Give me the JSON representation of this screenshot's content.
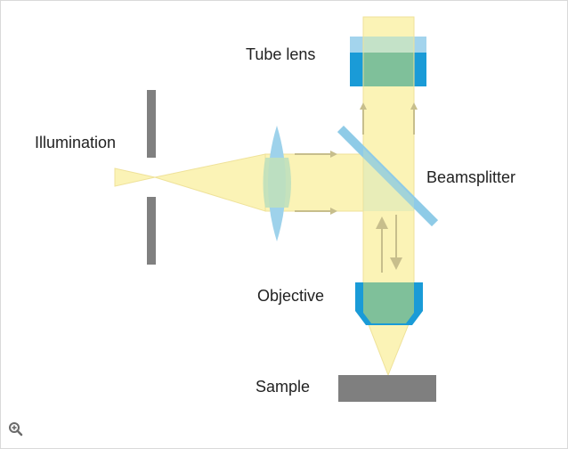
{
  "diagram": {
    "labels": {
      "tube_lens": "Tube lens",
      "illumination": "Illumination",
      "beamsplitter": "Beamsplitter",
      "objective": "Objective",
      "sample": "Sample"
    }
  },
  "icons": {
    "zoom": "zoom-in-icon"
  },
  "colors": {
    "beam": "#fbf3b6",
    "beam_edge": "#f0e39a",
    "lens_light": "#9fd3ec",
    "lens_dark": "#1aa0dc",
    "lens_overlap": "#8fce9b",
    "aperture": "#808080",
    "sample": "#7f7f7f",
    "arrow": "#cfc68c"
  }
}
